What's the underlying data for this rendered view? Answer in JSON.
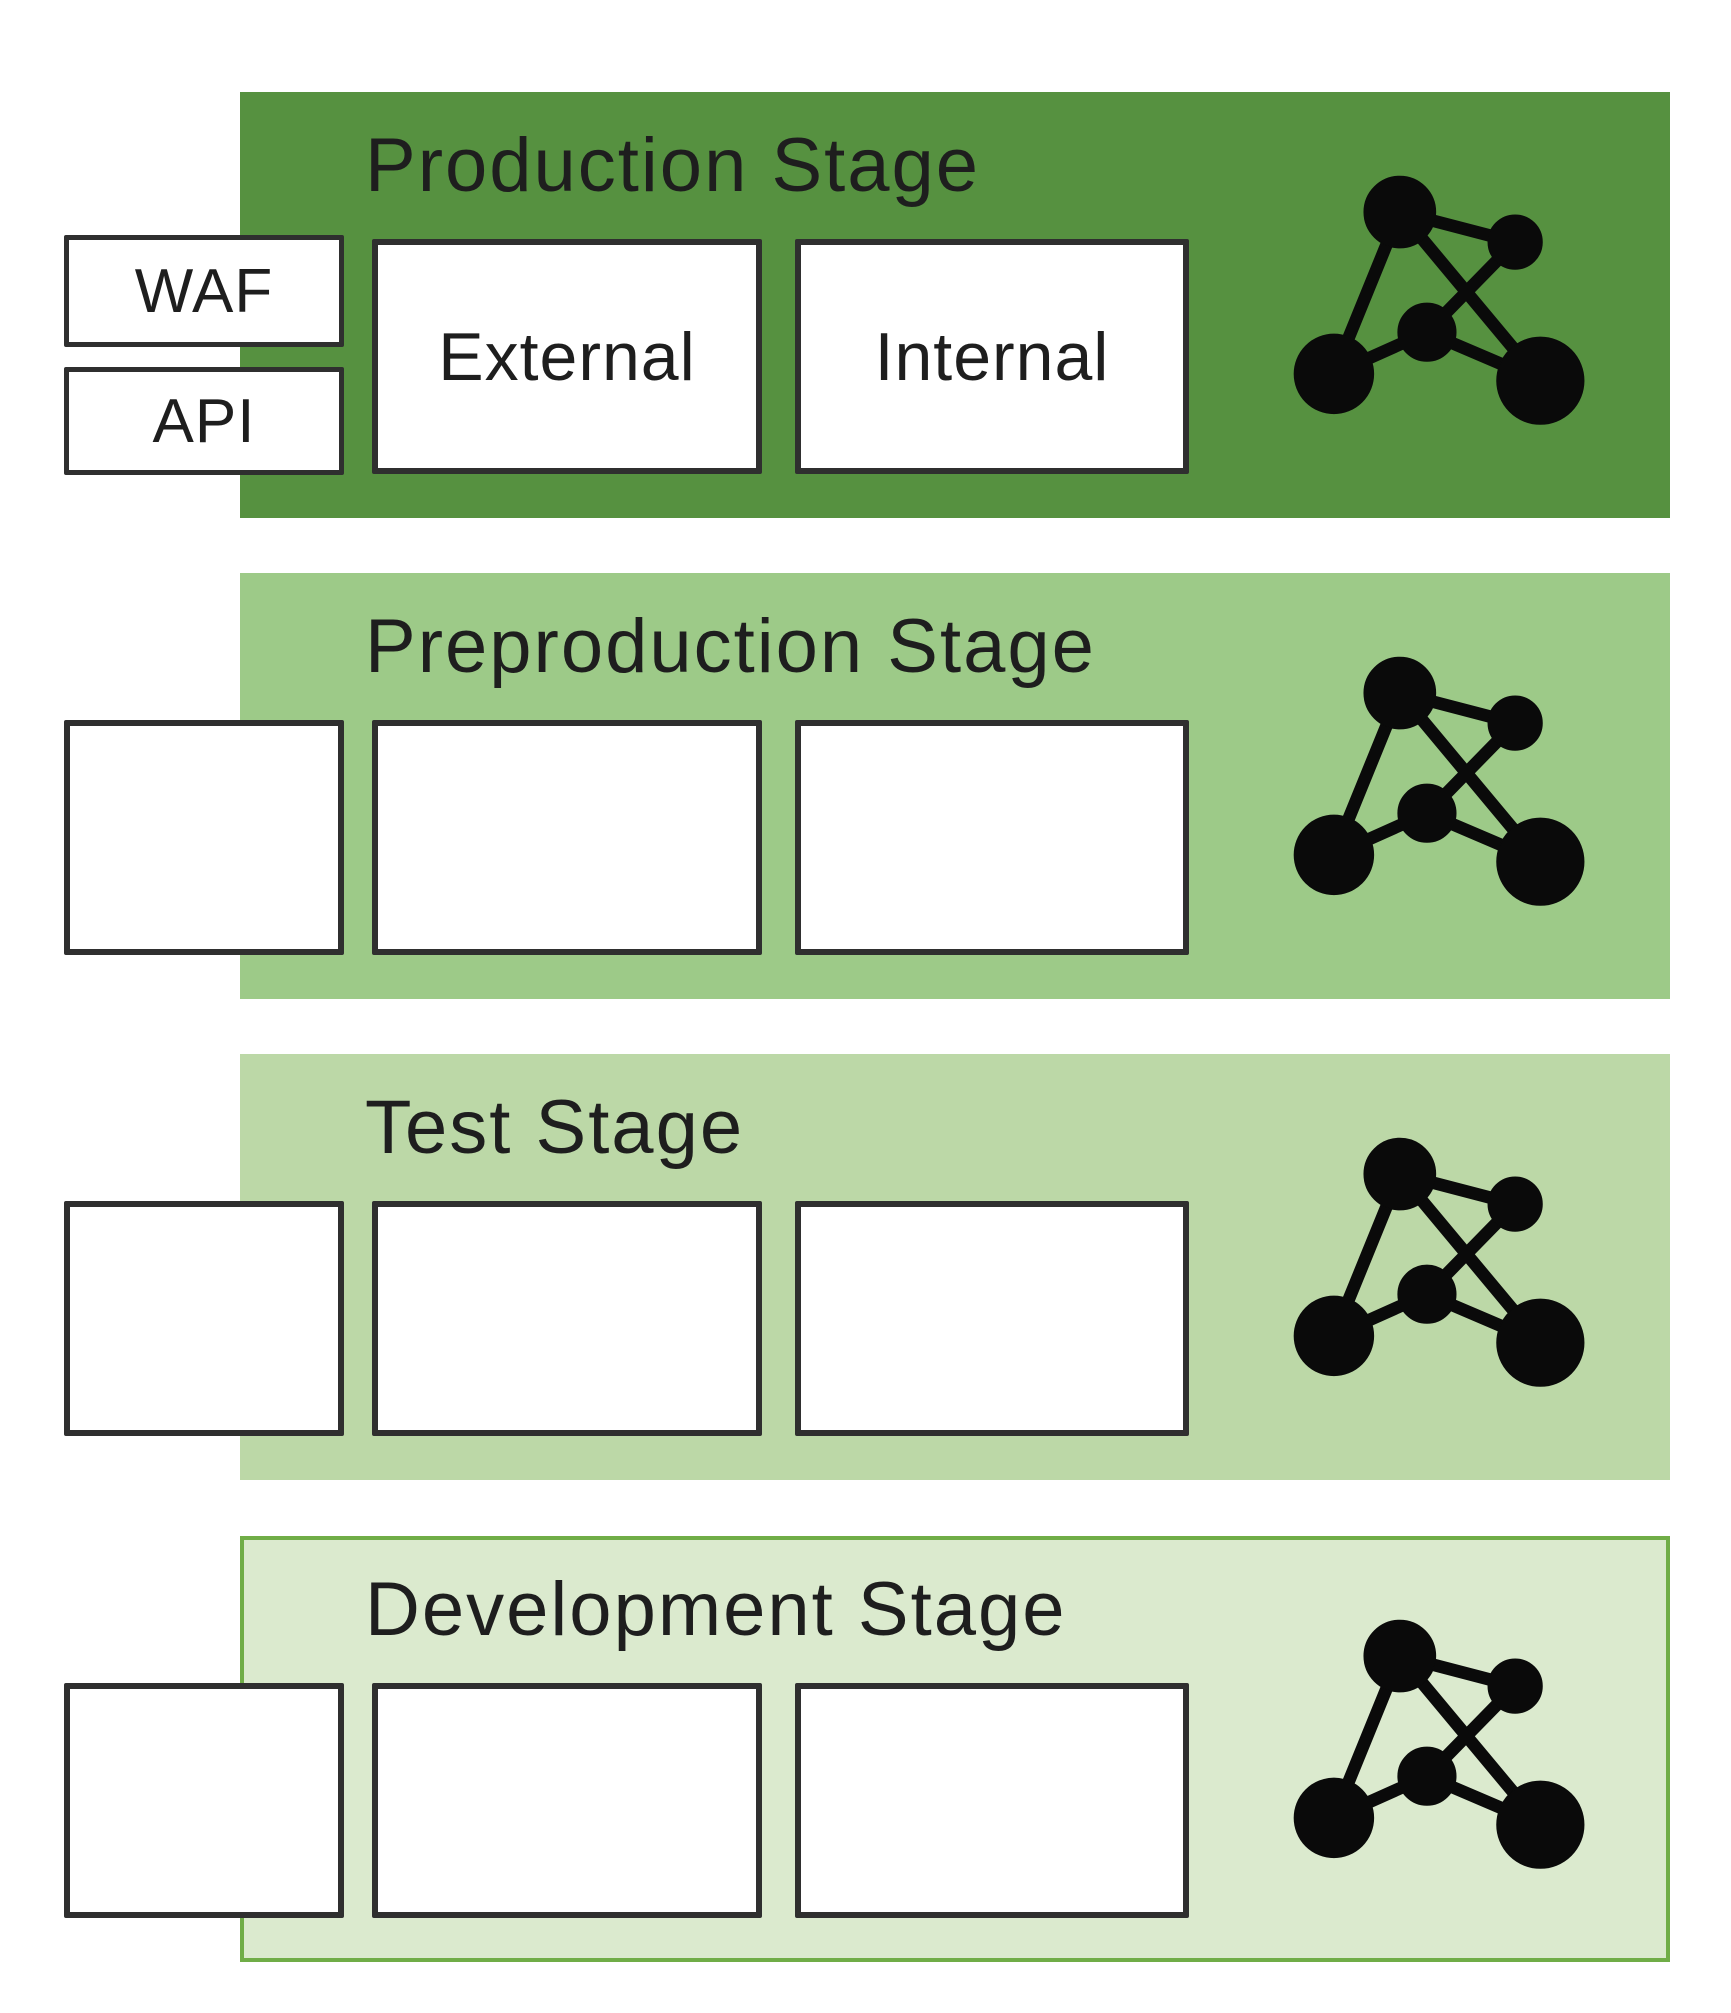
{
  "page": {
    "background": "#ffffff",
    "text_color": "#1e1e1e",
    "box_border_color": "#2f2f2f",
    "icon_color": "#0a0a0a"
  },
  "stages": [
    {
      "title": "Production Stage",
      "band_color": "#569140",
      "border_color": "#569140",
      "left_boxes": [
        {
          "label": "WAF"
        },
        {
          "label": "API"
        }
      ],
      "inner_boxes": [
        {
          "label": "External"
        },
        {
          "label": "Internal"
        }
      ],
      "icon": "network-cluster-icon"
    },
    {
      "title": "Preproduction Stage",
      "band_color": "#9DCA88",
      "border_color": "#9DCA88",
      "left_boxes": [
        {
          "label": ""
        }
      ],
      "inner_boxes": [
        {
          "label": ""
        },
        {
          "label": ""
        }
      ],
      "icon": "network-cluster-icon"
    },
    {
      "title": "Test Stage",
      "band_color": "#BCD8A7",
      "border_color": "#BCD8A7",
      "left_boxes": [
        {
          "label": ""
        }
      ],
      "inner_boxes": [
        {
          "label": ""
        },
        {
          "label": ""
        }
      ],
      "icon": "network-cluster-icon"
    },
    {
      "title": "Development Stage",
      "band_color": "#DBEACE",
      "border_color": "#70AD47",
      "left_boxes": [
        {
          "label": ""
        }
      ],
      "inner_boxes": [
        {
          "label": ""
        },
        {
          "label": ""
        }
      ],
      "icon": "network-cluster-icon"
    }
  ]
}
